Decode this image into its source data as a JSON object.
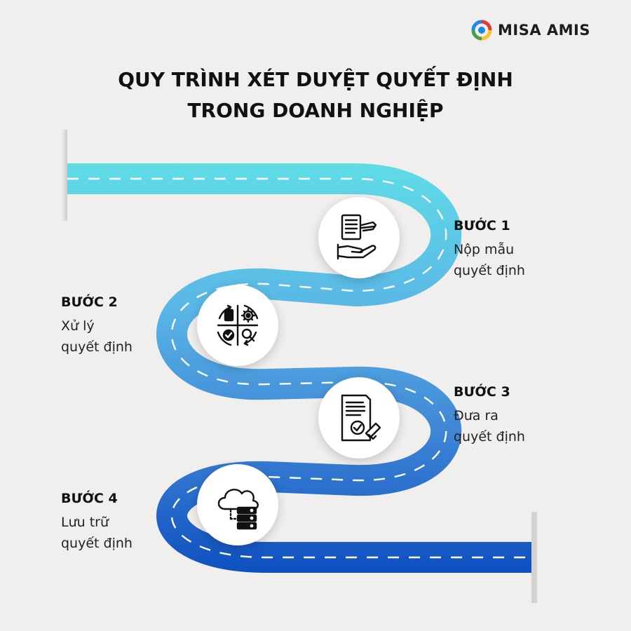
{
  "brand": {
    "name": "MISA AMIS"
  },
  "title": {
    "line1": "QUY TRÌNH XÉT DUYỆT QUYẾT ĐỊNH",
    "line2": "TRONG DOANH NGHIỆP"
  },
  "steps": [
    {
      "label": "BƯỚC 1",
      "desc1": "Nộp mẫu",
      "desc2": "quyết định",
      "icon": "document-hand-icon"
    },
    {
      "label": "BƯỚC 2",
      "desc1": "Xử lý",
      "desc2": "quyết định",
      "icon": "process-cycle-icon"
    },
    {
      "label": "BƯỚC 3",
      "desc1": "Đưa ra",
      "desc2": "quyết định",
      "icon": "approved-document-icon"
    },
    {
      "label": "BƯỚC 4",
      "desc1": "Lưu trữ",
      "desc2": "quyết định",
      "icon": "cloud-server-icon"
    }
  ],
  "colors": {
    "background": "#f1efed",
    "road_start": "#5fdde6",
    "road_end": "#0d4fc0",
    "lane_marking": "#ffffff",
    "text": "#111111"
  }
}
